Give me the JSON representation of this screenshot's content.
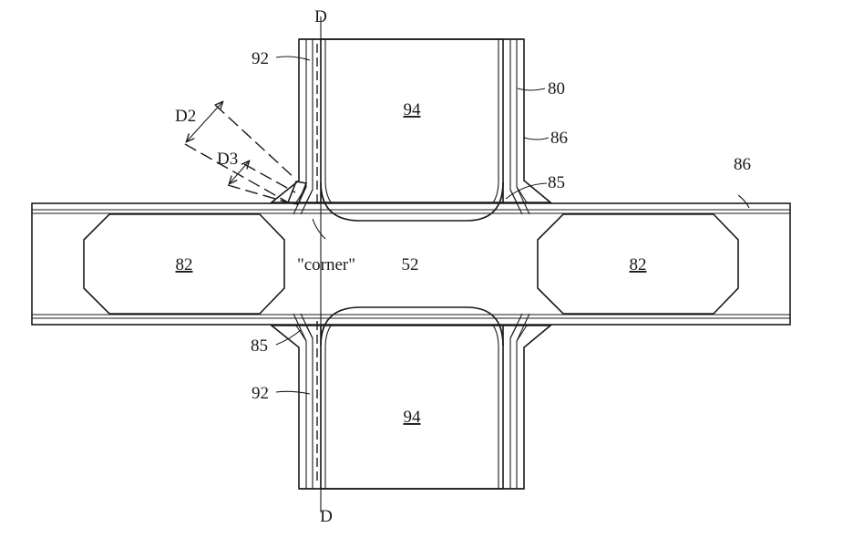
{
  "labels": {
    "section_top": "D",
    "section_bottom": "D",
    "gate_top": "94",
    "gate_bottom": "94",
    "channel": "52",
    "source_drain_left": "82",
    "source_drain_right": "82",
    "corner": "\"corner\"",
    "ref_92_top": "92",
    "ref_92_bottom": "92",
    "ref_80": "80",
    "ref_86_gate": "86",
    "ref_86_fin": "86",
    "ref_85_top": "85",
    "ref_85_bottom": "85",
    "dim_d2": "D2",
    "dim_d3": "D3"
  }
}
